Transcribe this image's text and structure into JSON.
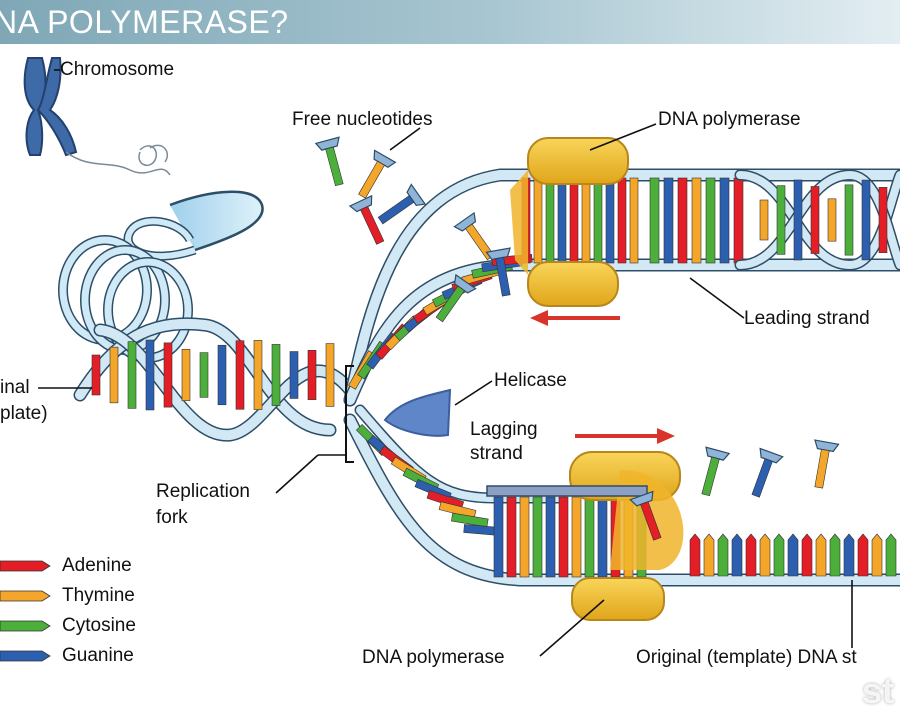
{
  "header": {
    "title": "NA POLYMERASE?"
  },
  "labels": {
    "chromosome": "Chromosome",
    "free_nucleotides": "Free nucleotides",
    "dna_polymerase_top": "DNA polymerase",
    "leading_strand": "Leading strand",
    "original_left_1": "inal",
    "original_left_2": "plate)",
    "helicase": "Helicase",
    "lagging_strand_1": "Lagging",
    "lagging_strand_2": "strand",
    "replication_fork_1": "Replication",
    "replication_fork_2": "fork",
    "dna_polymerase_bottom": "DNA polymerase",
    "original_template_bottom": "Original (template) DNA st"
  },
  "legend": [
    {
      "label": "Adenine",
      "color": "#e41e26"
    },
    {
      "label": "Thymine",
      "color": "#f4a62a"
    },
    {
      "label": "Cytosine",
      "color": "#4caf3c"
    },
    {
      "label": "Guanine",
      "color": "#2d5fb0"
    }
  ],
  "colors": {
    "backbone": "#d2e8f4",
    "backbone_outline": "#2d4e68",
    "polymerase": "#f3c132",
    "helicase": "#5f86c9",
    "arrow": "#d9342b",
    "chromosome": "#3e6aa7"
  },
  "watermark": "st"
}
